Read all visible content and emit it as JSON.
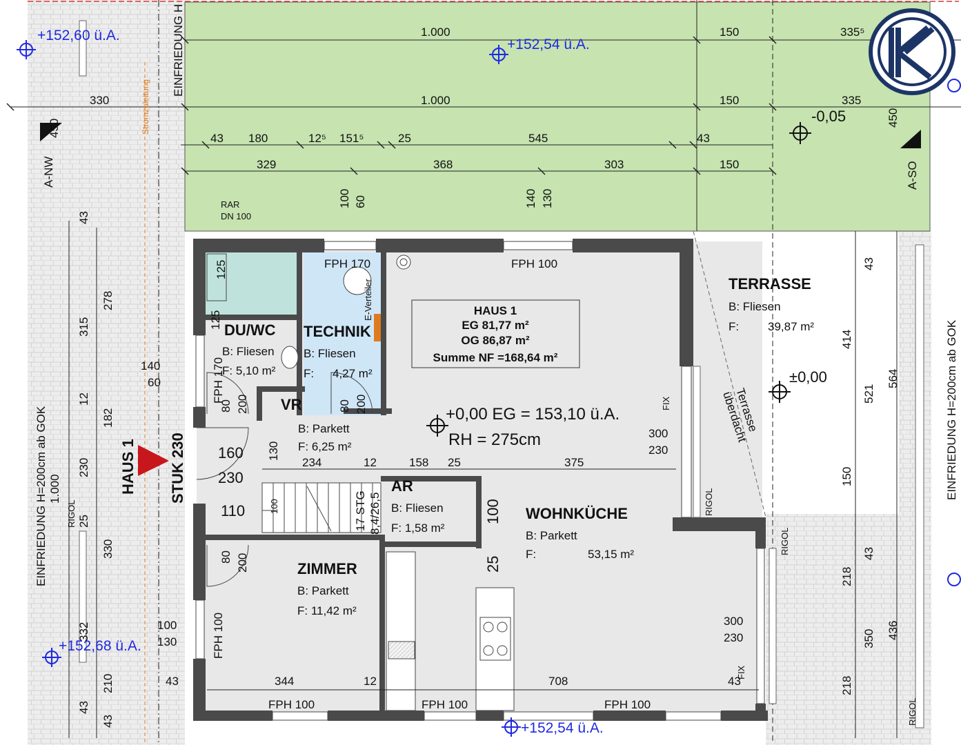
{
  "levels": {
    "top_left": "+152,60 ü.A.",
    "top_mid": "+152,54 ü.A.",
    "bottom_left": "+152,68 ü.A.",
    "bottom_mid": "+152,54 ü.A.",
    "terrace_minus": "-0,05",
    "terrace_zero": "±0,00"
  },
  "top_dims": {
    "row1": [
      "1.000",
      "150",
      "335⁵"
    ],
    "row2": [
      "330",
      "1.000",
      "150",
      "335"
    ],
    "row3": [
      "43",
      "180",
      "12⁵",
      "151⁵",
      "25",
      "545",
      "43"
    ],
    "row4": [
      "329",
      "368",
      "303",
      "150"
    ],
    "vertical": [
      "100",
      "60",
      "140",
      "130"
    ],
    "side_450_left": "450",
    "side_450_right": "450"
  },
  "labels": {
    "a_nw": "A-NW",
    "a_so": "A-SO",
    "einfriedung_top": "EINFRIEDUNG H",
    "einfriedung_left": "EINFRIEDUNG H=200cm ab GOK",
    "einfriedung_left_2": "1.000",
    "einfriedung_right": "EINFRIEDUNG H=200cm ab GOK",
    "stromzuleitung": "Stromzuleitung",
    "rar": "RAR",
    "rar_dn": "DN 100",
    "haus1_entry": "HAUS 1",
    "stuk": "STUK 230",
    "rigol": "RIGOL",
    "fix": "FIX",
    "terrasse_ueberdacht_1": "Terrasse",
    "terrasse_ueberdacht_2": "überdacht",
    "e_verteiler": "E-Verteiler",
    "stairs": "17 STG",
    "stairs_dim": "8,4/26,5"
  },
  "info_box": {
    "line1": "HAUS 1",
    "line2": "EG 81,77 m²",
    "line3": "OG 86,87 m²",
    "line4": "Summe NF =168,64 m²"
  },
  "center_level": {
    "line1": "+0,00 EG = 153,10 ü.A.",
    "line2": "RH = 275cm"
  },
  "rooms": {
    "duwc": {
      "name": "DU/WC",
      "floor": "B: Fliesen",
      "area": "F: 5,10 m²"
    },
    "technik": {
      "name": "TECHNIK",
      "floor": "B: Fliesen",
      "area_label": "F:",
      "area": "4,27 m²"
    },
    "vr": {
      "name": "VR",
      "floor": "B: Parkett",
      "area": "F: 6,25 m²"
    },
    "ar": {
      "name": "AR",
      "floor": "B: Fliesen",
      "area": "F: 1,58 m²"
    },
    "zimmer": {
      "name": "ZIMMER",
      "floor": "B: Parkett",
      "area": "F: 11,42 m²"
    },
    "wohnkueche": {
      "name": "WOHNKÜCHE",
      "floor": "B: Parkett",
      "area_label": "F:",
      "area": "53,15 m²"
    },
    "terrasse": {
      "name": "TERRASSE",
      "floor": "B: Fliesen",
      "area_label": "F:",
      "area": "39,87 m²"
    }
  },
  "windows": {
    "fph170_top": "FPH 170",
    "fph100_top": "FPH 100",
    "fph170_left": "FPH 170",
    "fph100_left": "FPH 100",
    "fph100_b1": "FPH 100",
    "fph100_b2": "FPH 100",
    "fph100_b3": "FPH 100"
  },
  "interior_dims": {
    "d125a": "125",
    "d125b": "125",
    "d80a": "80",
    "d200a": "200",
    "d80b": "80",
    "d200b": "200",
    "d80c": "80",
    "d200c": "200",
    "d160": "160",
    "d230a": "230",
    "d130a": "130",
    "d234": "234",
    "d12a": "12",
    "d158": "158",
    "d25a": "25",
    "d375": "375",
    "d110": "110",
    "d100a": "100",
    "d100b": "100",
    "d25b": "25",
    "d300a": "300",
    "d230b": "230",
    "d300b": "300",
    "d230c": "230",
    "d344": "344",
    "d12b": "12",
    "d708": "708",
    "d43a": "43",
    "d43b": "43",
    "d100c": "100",
    "d130b": "130"
  },
  "left_dims": {
    "v43a": "43",
    "v315": "315",
    "v278": "278",
    "v140": "140",
    "v60": "60",
    "v12": "12",
    "v182": "182",
    "v230": "230",
    "v330": "330",
    "v25": "25",
    "v332": "332",
    "v210": "210",
    "v43b": "43",
    "v43c": "43"
  },
  "right_dims": {
    "v43a": "43",
    "v414": "414",
    "v564": "564",
    "v521": "521",
    "v150": "150",
    "v43b": "43",
    "v218a": "218",
    "v350": "350",
    "v436": "436",
    "v218b": "218"
  },
  "colors": {
    "garden": "#c6e3b0",
    "wall": "#4a4a4a",
    "floor": "#e8e8e8",
    "bath": "#bfe3dc",
    "technik": "#cfe6f7",
    "level_blue": "#1f2ae0",
    "logo": "#1c3566",
    "arrow_red": "#c8161d"
  }
}
